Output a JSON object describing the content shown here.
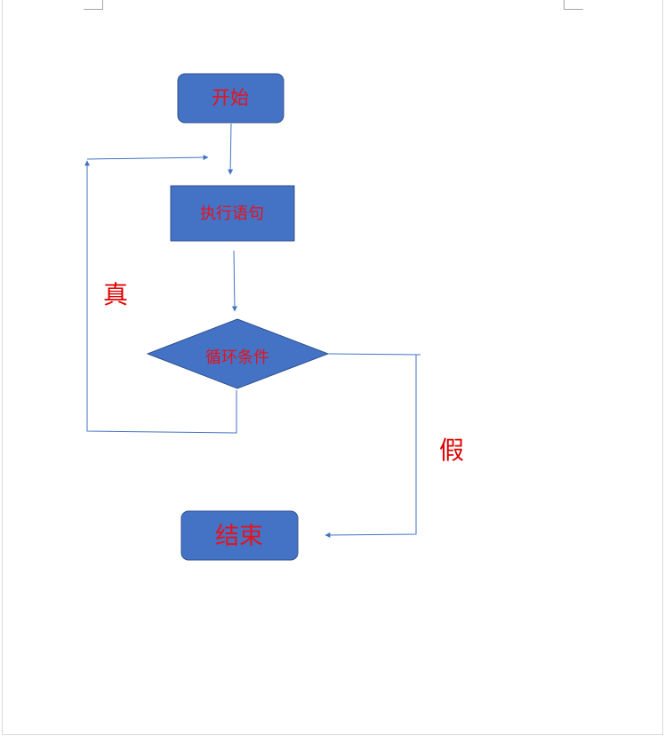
{
  "nodes": {
    "start": "开始",
    "execute": "执行语句",
    "condition": "循环条件",
    "end": "结束"
  },
  "edges": {
    "true_label": "真",
    "false_label": "假"
  },
  "colors": {
    "node_fill": "#4472c4",
    "node_stroke": "#2f528f",
    "connector": "#4472c4",
    "node_text": "#e8121c",
    "edge_label": "#e00000"
  }
}
